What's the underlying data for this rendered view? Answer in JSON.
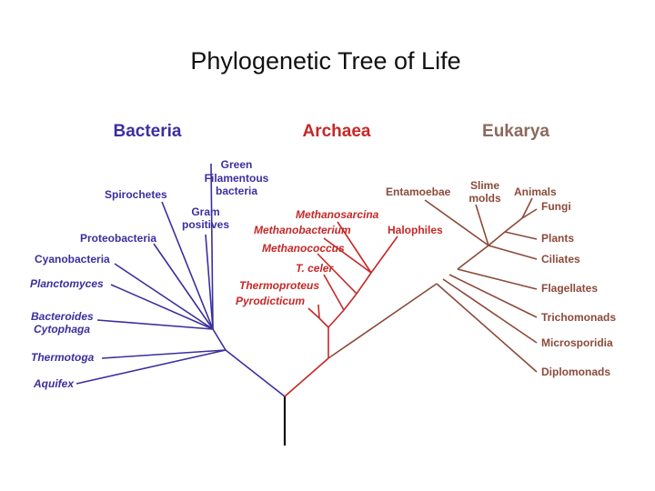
{
  "title": "Phylogenetic Tree of Life",
  "colors": {
    "bacteria": "#3b2f9e",
    "archaea": "#c62828",
    "eukarya": "#8b4a3a",
    "root": "#111111"
  },
  "domains": {
    "bacteria": "Bacteria",
    "archaea": "Archaea",
    "eukarya": "Eukarya"
  },
  "bacteria": {
    "green_filamentous": [
      "Green",
      "Filamentous",
      "bacteria"
    ],
    "spirochetes": "Spirochetes",
    "gram_positives": [
      "Gram",
      "positives"
    ],
    "proteobacteria": "Proteobacteria",
    "cyanobacteria": "Cyanobacteria",
    "planctomyces": "Planctomyces",
    "bacteroides": [
      "Bacteroides",
      "Cytophaga"
    ],
    "thermotoga": "Thermotoga",
    "aquifex": "Aquifex"
  },
  "archaea": {
    "methanosarcina": "Methanosarcina",
    "methanobacterium": "Methanobacterium",
    "halophiles": "Halophiles",
    "methanococcus": "Methanococcus",
    "t_celer": "T. celer",
    "thermoproteus": "Thermoproteus",
    "pyrodicticum": "Pyrodicticum"
  },
  "eukarya": {
    "entamoebae": "Entamoebae",
    "slime_molds": [
      "Slime",
      "molds"
    ],
    "animals": "Animals",
    "fungi": "Fungi",
    "plants": "Plants",
    "ciliates": "Ciliates",
    "flagellates": "Flagellates",
    "trichomonads": "Trichomonads",
    "microsporidia": "Microsporidia",
    "diplomonads": "Diplomonads"
  }
}
